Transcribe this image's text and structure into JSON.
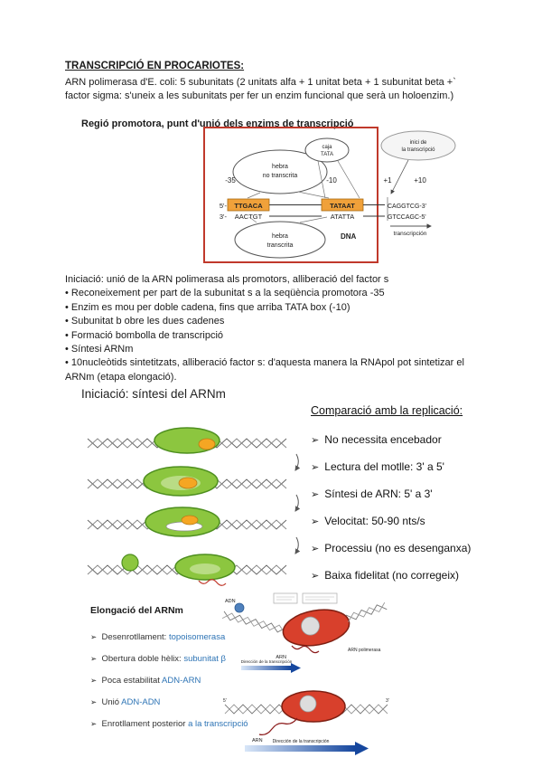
{
  "doc": {
    "title": "TRANSCRIPCIÓ EN PROCARIOTES:",
    "intro_line1": "ARN polimerasa d'E. coli: 5 subunitats (2 unitats alfa + 1 unitat beta + 1 subunitat beta +`",
    "intro_line2": "factor sigma: s'uneix a les subunitats per fer un enzim funcional que serà un holoenzim.)"
  },
  "promoter_figure": {
    "caption": "Regió promotora, punt d'unió dels enzims de transcripció",
    "minus35": "-35",
    "minus10": "-10",
    "plus1": "+1",
    "plus10": "+10",
    "five_prime": "5'-",
    "three_prime": "3'-",
    "box_ttgaca": "TTGACA",
    "comp_aactgt": "AACTGT",
    "box_tataat": "TATAAT",
    "comp_atatta": "ATATTA",
    "right_top": "CAGGTCG-3'",
    "right_bottom": "GTCCAGC-5'",
    "dna": "DNA",
    "hebra_no_1": "hebra",
    "hebra_no_2": "no transcrita",
    "hebra_si_1": "hebra",
    "hebra_si_2": "transcrita",
    "caja_1": "caja",
    "caja_2": "TATA",
    "inici_1": "inici de",
    "inici_2": "la transcripció",
    "transcripcion": "transcripción"
  },
  "iniciacio": {
    "lead": "Iniciació: unió de la ARN polimerasa als promotors, alliberació del factor s",
    "bullets": [
      "Reconeixement per part de la subunitat s a la seqüència promotora -35",
      "Enzim es mou per doble cadena, fins que arriba TATA box (-10)",
      "Subunitat b obre les dues cadenes",
      "Formació bombolla de transcripció",
      "Síntesi ARNm",
      "10nucleòtids sintetitzats, alliberació factor s: d'aquesta manera la RNApol pot sintetizar el ARNm (etapa elongació)."
    ]
  },
  "sintesi_heading": "Iniciació: síntesi del ARNm",
  "comparacio": {
    "title": "Comparació amb la replicació:",
    "items": [
      "No necessita encebador",
      "Lectura del motlle: 3' a 5'",
      "Síntesi de ARN: 5' a 3'",
      "Velocitat: 50-90 nts/s",
      "Processiu (no es desenganxa)",
      "Baixa fidelitat (no corregeix)"
    ]
  },
  "elongacio": {
    "title": "Elongació del ARNm",
    "items": [
      {
        "a": "Desenrotllament: ",
        "b": "topoisomerasa"
      },
      {
        "a": "Obertura doble hèlix: ",
        "b": "subunitat β"
      },
      {
        "a": "Poca estabilitat ",
        "b": "ADN-ARN"
      },
      {
        "a": "Unió ",
        "b": "ADN-ADN"
      },
      {
        "a": "Enrotllament posterior ",
        "b": "a la transcripció"
      }
    ]
  },
  "elongacio_figure": {
    "adn": "ADN",
    "arn": "ARN",
    "pol": "ARN polimerasa",
    "direction": "Dirección de la transcripción",
    "five": "5'",
    "three": "3'"
  },
  "colors": {
    "highlight_box_red": "#c0392b",
    "promoter_box_orange": "#f0a13a",
    "enzyme_green": "#8cc63f",
    "polymerase_red": "#d8402c",
    "arrow_blue": "#16479e"
  }
}
